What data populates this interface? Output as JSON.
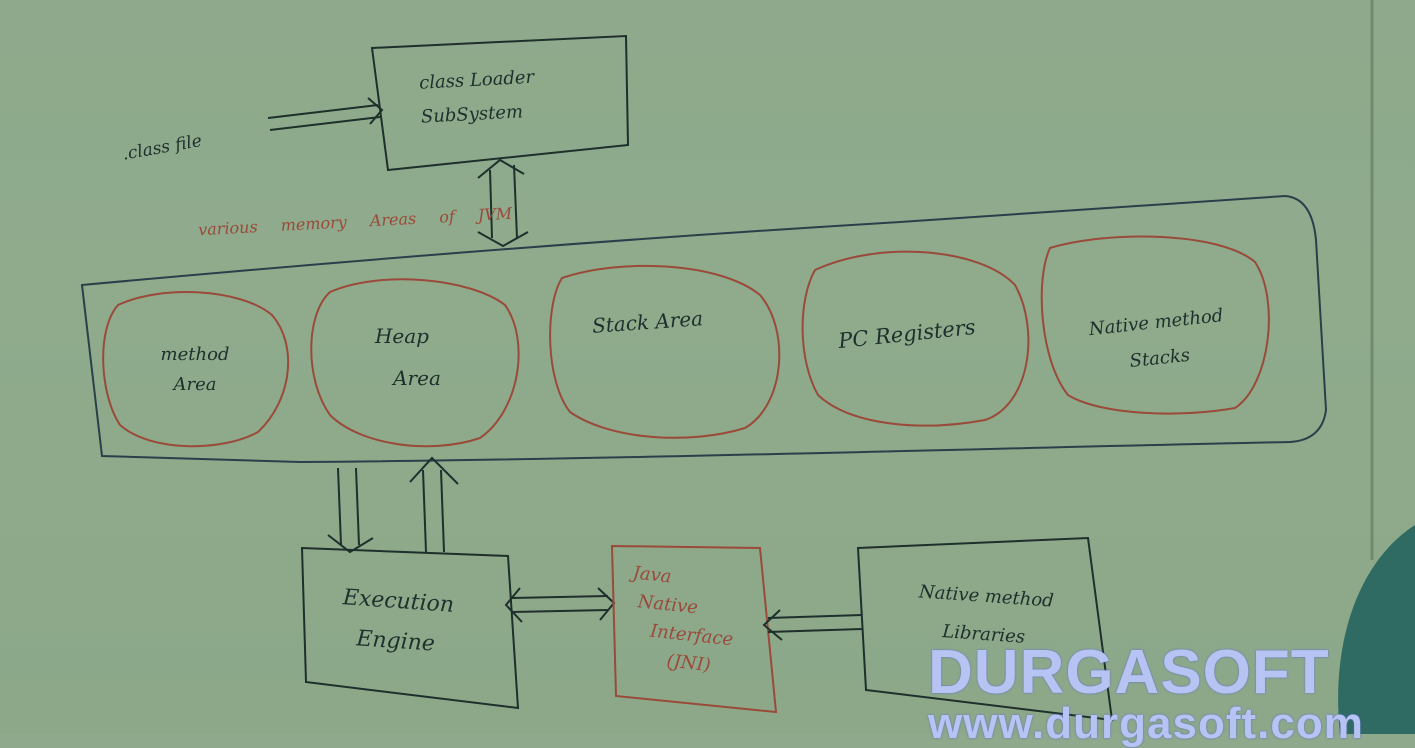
{
  "diagram": {
    "class_file": ".class file",
    "class_loader": "class Loader SubSystem",
    "memory_areas_title": "various memory Areas of JVM",
    "memory_areas": [
      {
        "id": "method",
        "label_lines": [
          "method",
          "Area"
        ]
      },
      {
        "id": "heap",
        "label_lines": [
          "Heap",
          "Area"
        ]
      },
      {
        "id": "stack",
        "label_lines": [
          "Stack Area"
        ]
      },
      {
        "id": "pc",
        "label_lines": [
          "PC Registers"
        ]
      },
      {
        "id": "native-stacks",
        "label_lines": [
          "Native method",
          "Stacks"
        ]
      }
    ],
    "execution_engine": [
      "Execution",
      "Engine"
    ],
    "jni": [
      "Java",
      "Native",
      "Interface",
      "(JNI)"
    ],
    "native_libraries": [
      "Native method",
      "Libraries"
    ]
  },
  "watermark": {
    "brand": "DURGASOFT",
    "url": "www.durgasoft.com"
  },
  "colors": {
    "board": "#8ea98b",
    "ink_dark": "#1e2f2c",
    "ink_red": "#9a4a3a",
    "watermark": "#b7c3f2"
  }
}
